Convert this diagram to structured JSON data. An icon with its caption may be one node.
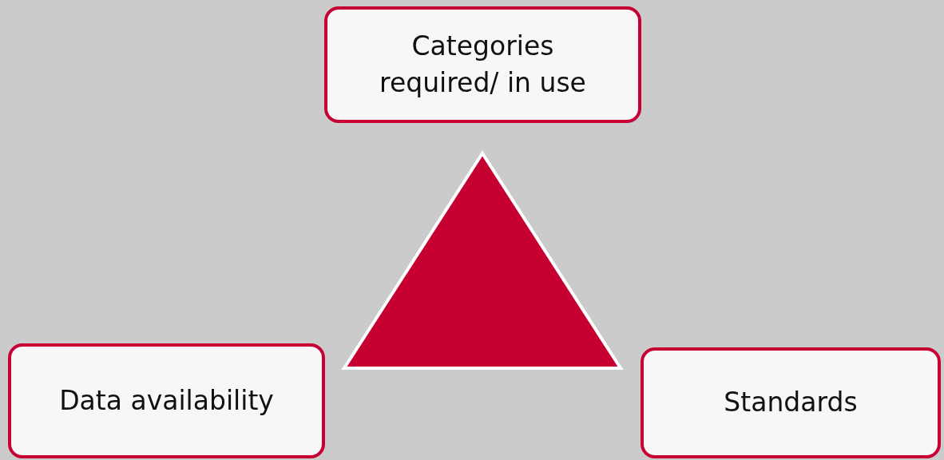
{
  "diagram": {
    "nodes": [
      {
        "text": [
          "Categories required/ in use"
        ]
      },
      {
        "text": [],
        "shape": "triangle"
      },
      {
        "text": [
          "Data availability"
        ]
      },
      {
        "text": [
          "Standards"
        ]
      }
    ]
  }
}
